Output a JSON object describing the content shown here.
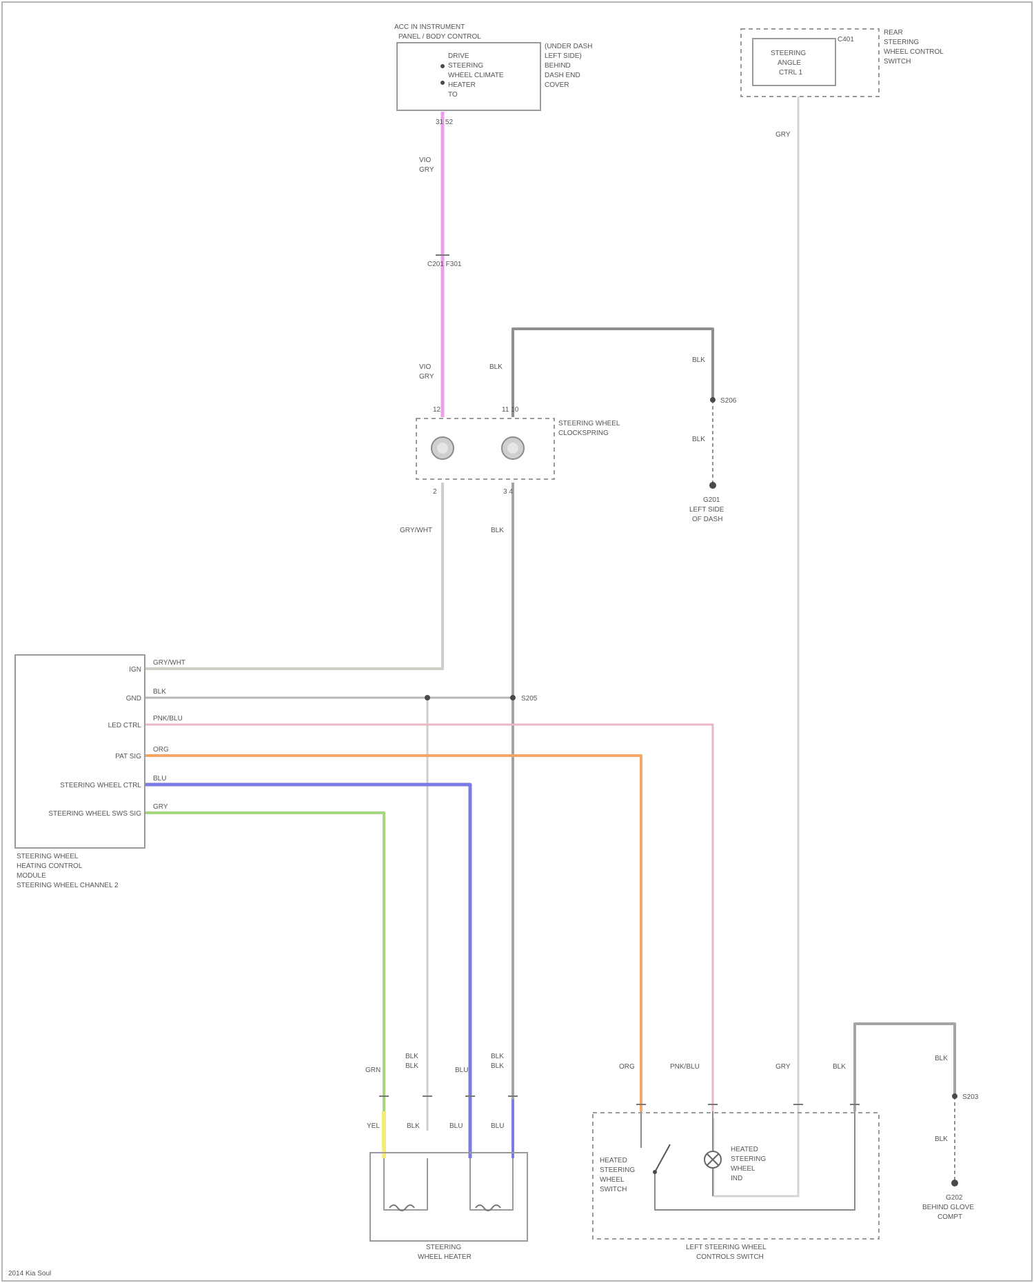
{
  "diagram": {
    "modules": {
      "bcm": {
        "title1": "ACC IN INSTRUMENT",
        "title2": "PANEL / BODY CONTROL",
        "pins": [
          "DRIVE",
          "STEERING",
          "WHEEL CLIMATE",
          "HEATER",
          "TO"
        ],
        "notes": [
          "(UNDER DASH",
          "LEFT SIDE)",
          "BEHIND",
          "DASH END",
          "COVER"
        ],
        "pin_label": "31 52"
      },
      "sensor": {
        "inner": [
          "STEERING",
          "ANGLE",
          "CTRL 1"
        ],
        "side": [
          "REAR",
          "STEERING",
          "WHEEL CONTROL",
          "SWITCH"
        ],
        "pin_label": "C401",
        "wire": "GRY"
      },
      "clockspring": {
        "title": [
          "STEERING WHEEL",
          "CLOCKSPRING"
        ],
        "pins_top": [
          "12",
          "11 10"
        ],
        "pins_bottom": [
          "2",
          "3 4"
        ]
      },
      "control": {
        "pins": [
          "IGN",
          "GND",
          "LED CTRL",
          "PAT SIG",
          "STEERING WHEEL CTRL",
          "STEERING WHEEL SWS SIG"
        ],
        "title": [
          "STEERING WHEEL",
          "HEATING CONTROL",
          "MODULE",
          "STEERING WHEEL CHANNEL 2"
        ]
      },
      "heater": {
        "title": [
          "STEERING",
          "WHEEL HEATER"
        ]
      },
      "switch": {
        "title": [
          "LEFT STEERING WHEEL",
          "CONTROLS SWITCH"
        ],
        "sw_label": [
          "HEATED",
          "STEERING",
          "WHEEL",
          "SWITCH"
        ],
        "lamp_label": [
          "HEATED",
          "STEERING",
          "WHEEL",
          "IND"
        ]
      }
    },
    "grounds": {
      "g201": {
        "id": "G201",
        "desc": [
          "LEFT SIDE",
          "OF DASH"
        ]
      },
      "g202": {
        "id": "G202",
        "desc": [
          "BEHIND GLOVE",
          "COMPT"
        ]
      }
    },
    "splices": {
      "s203": "S203",
      "s205": "S205",
      "s206": "S206"
    },
    "connector": "C201 F301",
    "wire_labels": {
      "pink_top": [
        "VIO",
        "GRY"
      ],
      "pink_mid": [
        "VIO",
        "GRY"
      ],
      "blk_top": "BLK",
      "blk_right": "BLK",
      "blk_gnd": "BLK",
      "grn_below": "GRY/WHT",
      "blk_below": "BLK",
      "ctrl_wires": [
        "GRY/WHT",
        "BLK",
        "PNK/BLU",
        "ORG",
        "BLU",
        "GRY"
      ],
      "bottom": [
        "GRN",
        "BLK",
        "BLU",
        "BLK",
        "ORG",
        "PNK/BLU",
        "GRY",
        "BLK"
      ],
      "bottom2": [
        "BLK",
        "BLK",
        "BLU"
      ],
      "heater_pins": [
        "YEL",
        "BLK",
        "BLU",
        "BLU"
      ],
      "right_blk": [
        "BLK",
        "BLK"
      ]
    },
    "footer": "2014 Kia Soul"
  },
  "colors": {
    "pink": "#e9a0e9",
    "gray": "#a8a8a8",
    "dark_gray": "#7e7e7e",
    "light_pink": "#e7b8c4",
    "orange": "#f4a662",
    "blue": "#7a7ce3",
    "green": "#a6d67e",
    "yellow": "#f3ec7a",
    "pale_gray": "#d4d4d4"
  }
}
